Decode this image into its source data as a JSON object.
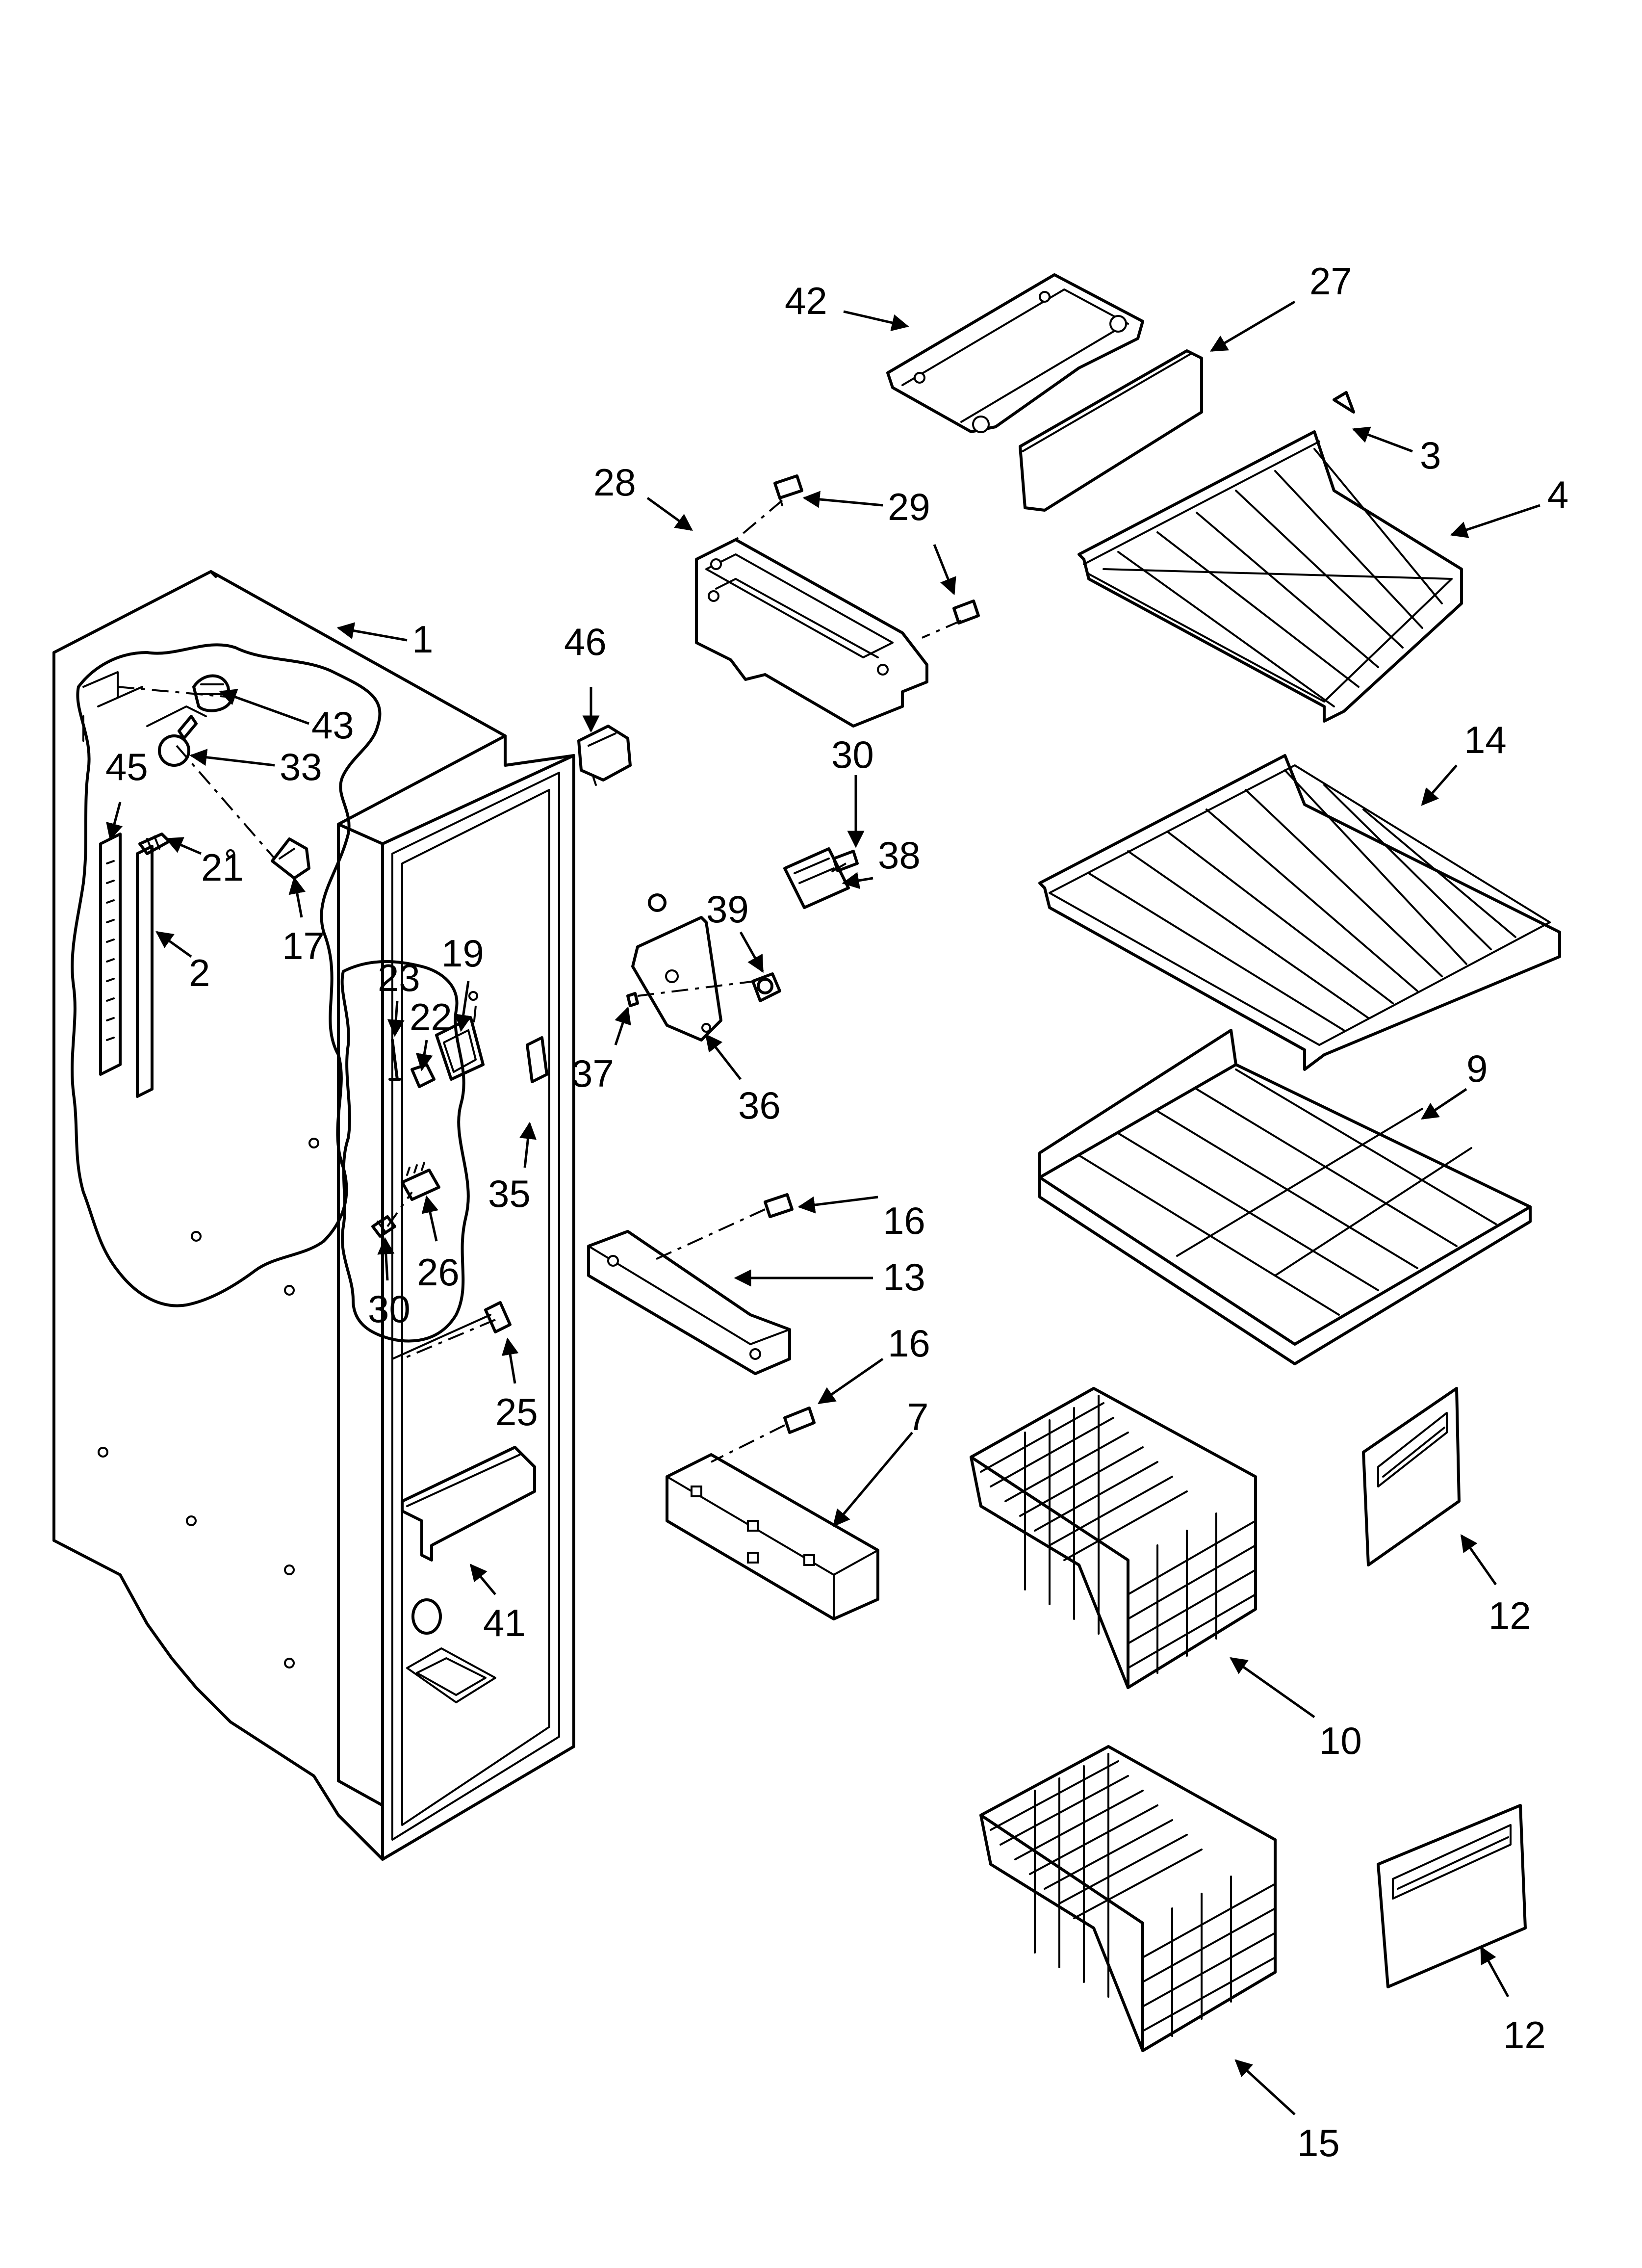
{
  "callouts": [
    {
      "id": "c42",
      "label": "42"
    },
    {
      "id": "c27",
      "label": "27"
    },
    {
      "id": "c3",
      "label": "3"
    },
    {
      "id": "c4",
      "label": "4"
    },
    {
      "id": "c28",
      "label": "28"
    },
    {
      "id": "c29",
      "label": "29"
    },
    {
      "id": "c1",
      "label": "1"
    },
    {
      "id": "c46",
      "label": "46"
    },
    {
      "id": "c43",
      "label": "43"
    },
    {
      "id": "c33",
      "label": "33"
    },
    {
      "id": "c45",
      "label": "45"
    },
    {
      "id": "c21",
      "label": "21"
    },
    {
      "id": "c17",
      "label": "17"
    },
    {
      "id": "c2",
      "label": "2"
    },
    {
      "id": "c30a",
      "label": "30"
    },
    {
      "id": "c38",
      "label": "38"
    },
    {
      "id": "c14",
      "label": "14"
    },
    {
      "id": "c39",
      "label": "39"
    },
    {
      "id": "c19",
      "label": "19"
    },
    {
      "id": "c23",
      "label": "23"
    },
    {
      "id": "c22",
      "label": "22"
    },
    {
      "id": "c37",
      "label": "37"
    },
    {
      "id": "c36",
      "label": "36"
    },
    {
      "id": "c9",
      "label": "9"
    },
    {
      "id": "c35",
      "label": "35"
    },
    {
      "id": "c16a",
      "label": "16"
    },
    {
      "id": "c26",
      "label": "26"
    },
    {
      "id": "c13",
      "label": "13"
    },
    {
      "id": "c30b",
      "label": "30"
    },
    {
      "id": "c16b",
      "label": "16"
    },
    {
      "id": "c7",
      "label": "7"
    },
    {
      "id": "c25",
      "label": "25"
    },
    {
      "id": "c12a",
      "label": "12"
    },
    {
      "id": "c41",
      "label": "41"
    },
    {
      "id": "c10",
      "label": "10"
    },
    {
      "id": "c12b",
      "label": "12"
    },
    {
      "id": "c15",
      "label": "15"
    }
  ]
}
